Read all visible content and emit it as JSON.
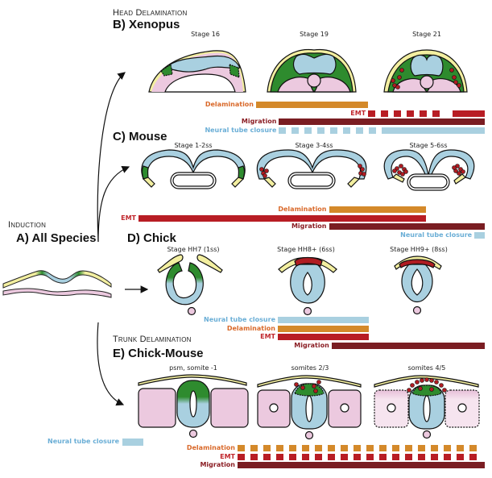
{
  "colors": {
    "delamination": "#d4892a",
    "emt": "#b81d24",
    "migration": "#7a1d22",
    "neural_tube_closure": "#a9d0e0",
    "neural_label": "#6aaed6",
    "delamination_label": "#d9692a",
    "emt_label": "#c0272d",
    "migration_label": "#8b1e24",
    "neural_tissue": "#a9d0e0",
    "neural_crest": "#2e8b2e",
    "ectoderm": "#f3efa0",
    "mesoderm": "#ecc9df",
    "crest_cell": "#b01c22"
  },
  "sections": {
    "head": "Head Delamination",
    "induction": "Induction",
    "trunk": "Trunk Delamination"
  },
  "panels": {
    "A": {
      "title": "A) All Species"
    },
    "B": {
      "title": "B) Xenopus",
      "stages": [
        "Stage 16",
        "Stage 19",
        "Stage 21"
      ]
    },
    "C": {
      "title": "C) Mouse",
      "stages": [
        "Stage 1-2ss",
        "Stage 3-4ss",
        "Stage 5-6ss"
      ]
    },
    "D": {
      "title": "D) Chick",
      "stages": [
        "Stage HH7 (1ss)",
        "Stage HH8+ (6ss)",
        "Stage HH9+ (8ss)"
      ]
    },
    "E": {
      "title": "E) Chick-Mouse",
      "stages": [
        "psm, somite -1",
        "somites 2/3",
        "somites 4/5"
      ]
    }
  },
  "timelines": {
    "xenopus": [
      {
        "label": "Delamination",
        "process": "delamination",
        "start": 0.0,
        "end": 0.49,
        "style": "solid"
      },
      {
        "label": "EMT",
        "process": "emt",
        "start": 0.49,
        "end": 1.0,
        "style": "dashed-then-solid",
        "solid_from": 0.86
      },
      {
        "label": "Migration",
        "process": "migration",
        "start": 0.1,
        "end": 1.0,
        "style": "solid"
      },
      {
        "label": "Neural tube closure",
        "process": "neural_tube_closure",
        "start": 0.1,
        "end": 1.0,
        "style": "dashed-then-solid",
        "solid_from": 0.55
      }
    ],
    "mouse": [
      {
        "label": "Delamination",
        "process": "delamination",
        "start": 0.55,
        "end": 0.83,
        "style": "solid"
      },
      {
        "label": "EMT",
        "process": "emt",
        "start": 0.0,
        "end": 0.83,
        "style": "solid"
      },
      {
        "label": "Migration",
        "process": "migration",
        "start": 0.55,
        "end": 1.0,
        "style": "solid"
      },
      {
        "label": "Neural tube closure",
        "process": "neural_tube_closure",
        "start": 0.97,
        "end": 1.0,
        "style": "solid"
      }
    ],
    "chick": [
      {
        "label": "Neural tube closure",
        "process": "neural_tube_closure",
        "start": 0.0,
        "end": 0.44,
        "style": "solid"
      },
      {
        "label": "Delamination",
        "process": "delamination",
        "start": 0.0,
        "end": 0.44,
        "style": "solid"
      },
      {
        "label": "EMT",
        "process": "emt",
        "start": 0.0,
        "end": 0.44,
        "style": "solid"
      },
      {
        "label": "Migration",
        "process": "migration",
        "start": 0.26,
        "end": 1.0,
        "style": "solid"
      }
    ],
    "chick_mouse": [
      {
        "label": "Neural tube closure",
        "process": "neural_tube_closure",
        "start": 0.0,
        "end": 1.0,
        "style": "solid",
        "standalone": true
      },
      {
        "label": "Delamination",
        "process": "delamination",
        "start": 0.0,
        "end": 1.0,
        "style": "dashed"
      },
      {
        "label": "EMT",
        "process": "emt",
        "start": 0.0,
        "end": 1.0,
        "style": "dashed"
      },
      {
        "label": "Migration",
        "process": "migration",
        "start": 0.0,
        "end": 1.0,
        "style": "solid"
      }
    ]
  }
}
